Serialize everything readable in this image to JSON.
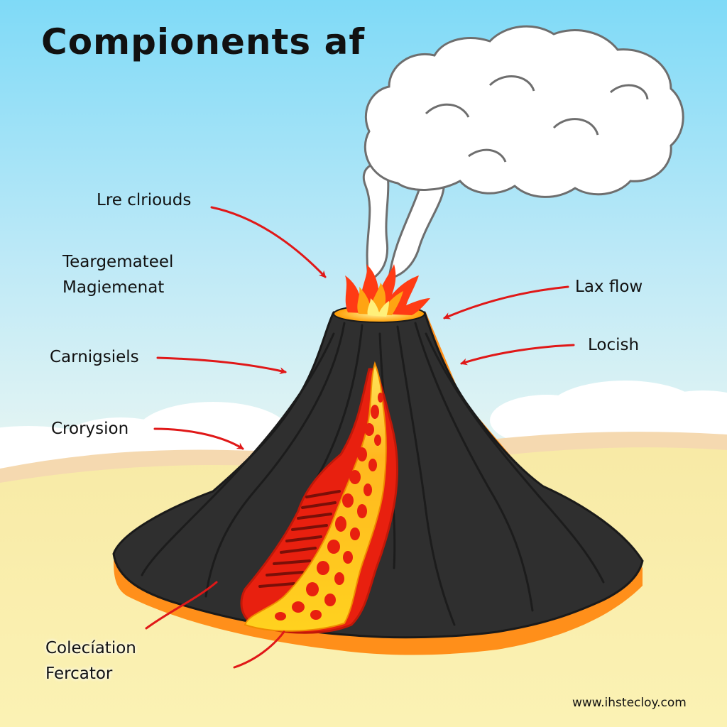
{
  "title": "Compionents af",
  "labels": {
    "lrecl": "Lre clriouds",
    "tear_line1": "Teargemateel",
    "tear_line2": "Magiemenat",
    "carn": "Carnigsiels",
    "cror": "Crorysion",
    "lax": "Lax flow",
    "loc": "Locish",
    "col_line1": "Colecíation",
    "col_line2": "Fercator"
  },
  "website": "www.ihstecloy.com",
  "colors": {
    "sky_top": "#7fdaf7",
    "sky_bottom": "#d8f3f7",
    "sand": "#f9f0ad",
    "volcano_body": "#2f2f2f",
    "lava_yellow": "#ffd21f",
    "lava_red": "#e8200f",
    "lava_orange": "#ff8c00",
    "arrow_red": "#e01818",
    "smoke": "#ffffff"
  }
}
